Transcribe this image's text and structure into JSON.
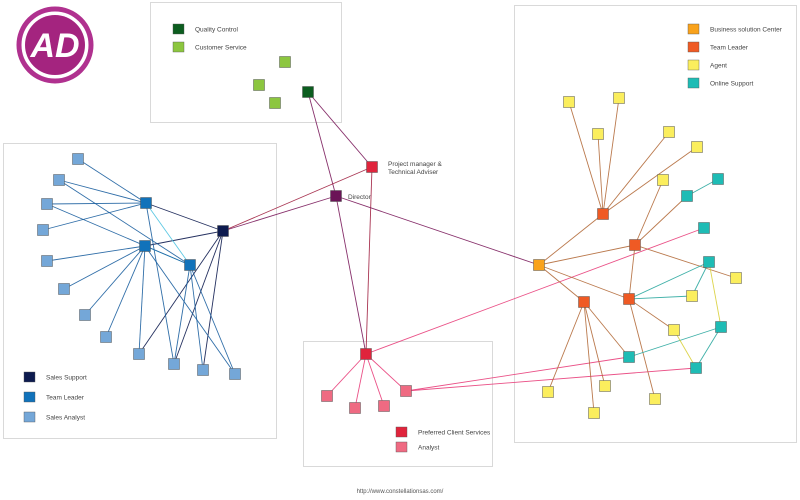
{
  "logo": {
    "text": "AD",
    "ring_color": "#b0318f",
    "fill_color": "#a4247f",
    "letter_color": "#ffffff"
  },
  "colors": {
    "quality_control": "#0c5d1f",
    "customer_service": "#8cc63f",
    "sales_support": "#0d1b4f",
    "team_leader_blue": "#1172ba",
    "sales_analyst": "#74a7d8",
    "project_manager": "#e0243c",
    "director": "#6b1457",
    "preferred_client": "#e0243c",
    "analyst": "#ef6a82",
    "business_solution": "#f9a21b",
    "team_leader_orange": "#ef5a24",
    "agent": "#fbee5d",
    "online_support": "#1ebcb5",
    "edge_sales": "#1a5e9e",
    "edge_sales_light": "#4fc3e0",
    "edge_director": "#7a1a5b",
    "edge_pm": "#a02040",
    "edge_pink": "#e83e7a",
    "edge_brown": "#b36a3a",
    "edge_teal": "#2aa79e",
    "edge_yellow": "#d9cf3a"
  },
  "center_labels": {
    "project_manager": [
      "Project manager &",
      "Technical Adviser"
    ],
    "director": "Director"
  },
  "legends": {
    "top": [
      {
        "label": "Quality Control",
        "color": "#0c5d1f"
      },
      {
        "label": "Customer Service",
        "color": "#8cc63f"
      }
    ],
    "left": [
      {
        "label": "Sales Support",
        "color": "#0d1b4f"
      },
      {
        "label": "Team Leader",
        "color": "#1172ba"
      },
      {
        "label": "Sales Analyst",
        "color": "#74a7d8"
      }
    ],
    "bottom": [
      {
        "label": "Preferred Client Services",
        "color": "#e0243c"
      },
      {
        "label": "Analyst",
        "color": "#ef6a82"
      }
    ],
    "right": [
      {
        "label": "Business solution Center",
        "color": "#f9a21b"
      },
      {
        "label": "Team Leader",
        "color": "#ef5a24"
      },
      {
        "label": "Agent",
        "color": "#fbee5d"
      },
      {
        "label": "Online Support",
        "color": "#1ebcb5"
      }
    ]
  },
  "footer": {
    "url": "http://www.constellationsas.com/"
  }
}
